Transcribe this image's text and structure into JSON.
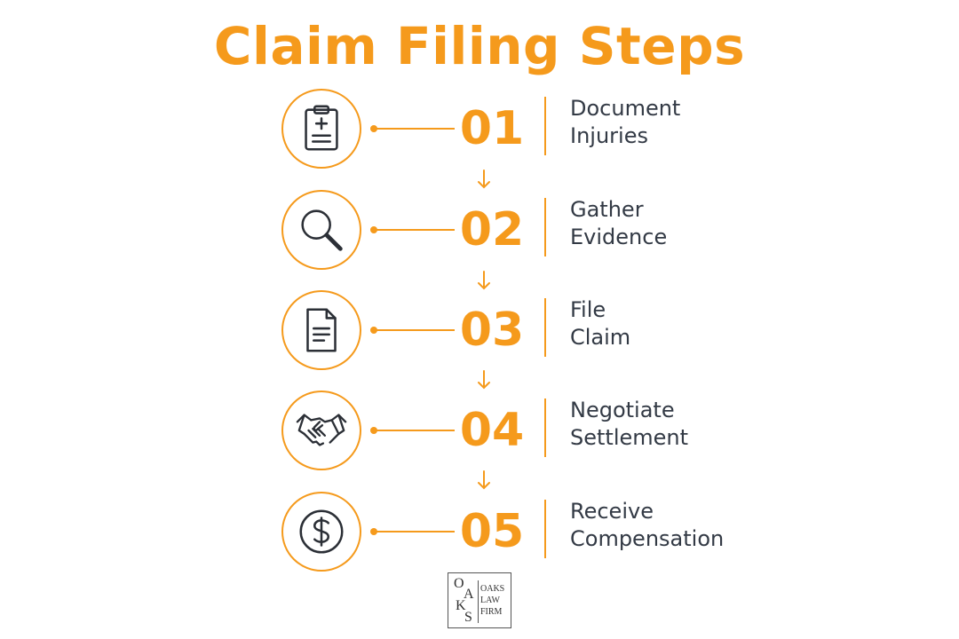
{
  "title": "Claim Filing Steps",
  "colors": {
    "accent": "#F59A1C",
    "text": "#333A45",
    "icon": "#2B2F36"
  },
  "steps": [
    {
      "number": "01",
      "label_line1": "Document",
      "label_line2": "Injuries",
      "icon": "medical-clipboard-icon"
    },
    {
      "number": "02",
      "label_line1": "Gather",
      "label_line2": "Evidence",
      "icon": "magnifying-glass-icon"
    },
    {
      "number": "03",
      "label_line1": "File",
      "label_line2": "Claim",
      "icon": "document-icon"
    },
    {
      "number": "04",
      "label_line1": "Negotiate",
      "label_line2": "Settlement",
      "icon": "handshake-icon"
    },
    {
      "number": "05",
      "label_line1": "Receive",
      "label_line2": "Compensation",
      "icon": "dollar-coin-icon"
    }
  ],
  "logo": {
    "monogram": [
      "O",
      "A",
      "K",
      "S"
    ],
    "line1": "OAKS",
    "line2": "LAW",
    "line3": "FIRM"
  }
}
